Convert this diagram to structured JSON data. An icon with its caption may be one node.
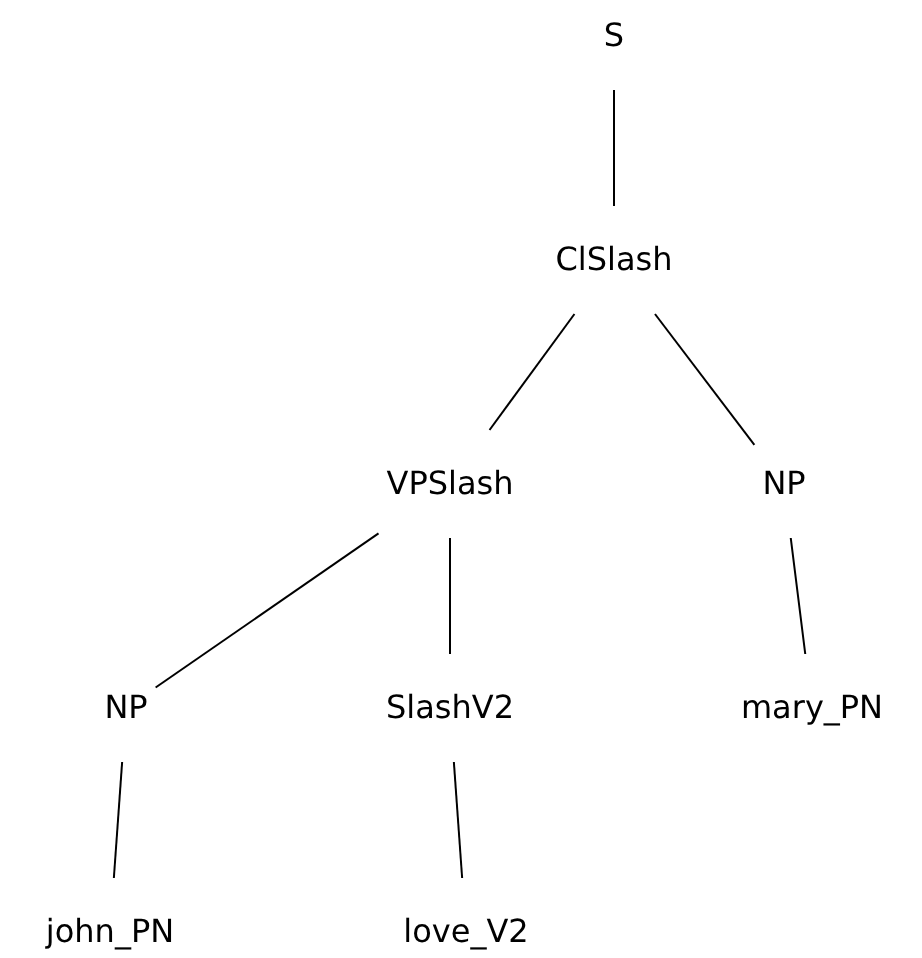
{
  "diagram": {
    "nodes": [
      {
        "text": [
          "S"
        ]
      },
      {
        "text": [
          "ClSlash"
        ]
      },
      {
        "text": [
          "VPSlash"
        ]
      },
      {
        "text": [
          "NP"
        ]
      },
      {
        "text": [
          "NP"
        ]
      },
      {
        "text": [
          "SlashV2"
        ]
      },
      {
        "text": [
          "mary_PN"
        ]
      },
      {
        "text": [
          "john_PN"
        ]
      },
      {
        "text": [
          "love_V2"
        ]
      }
    ],
    "edges": [
      {
        "from": 0,
        "to": 1,
        "arrow": "none"
      },
      {
        "from": 1,
        "to": 2,
        "arrow": "none"
      },
      {
        "from": 1,
        "to": 3,
        "arrow": "none"
      },
      {
        "from": 2,
        "to": 4,
        "arrow": "none"
      },
      {
        "from": 2,
        "to": 5,
        "arrow": "none"
      },
      {
        "from": 3,
        "to": 6,
        "arrow": "none"
      },
      {
        "from": 4,
        "to": 7,
        "arrow": "none"
      },
      {
        "from": 5,
        "to": 8,
        "arrow": "none"
      }
    ]
  }
}
